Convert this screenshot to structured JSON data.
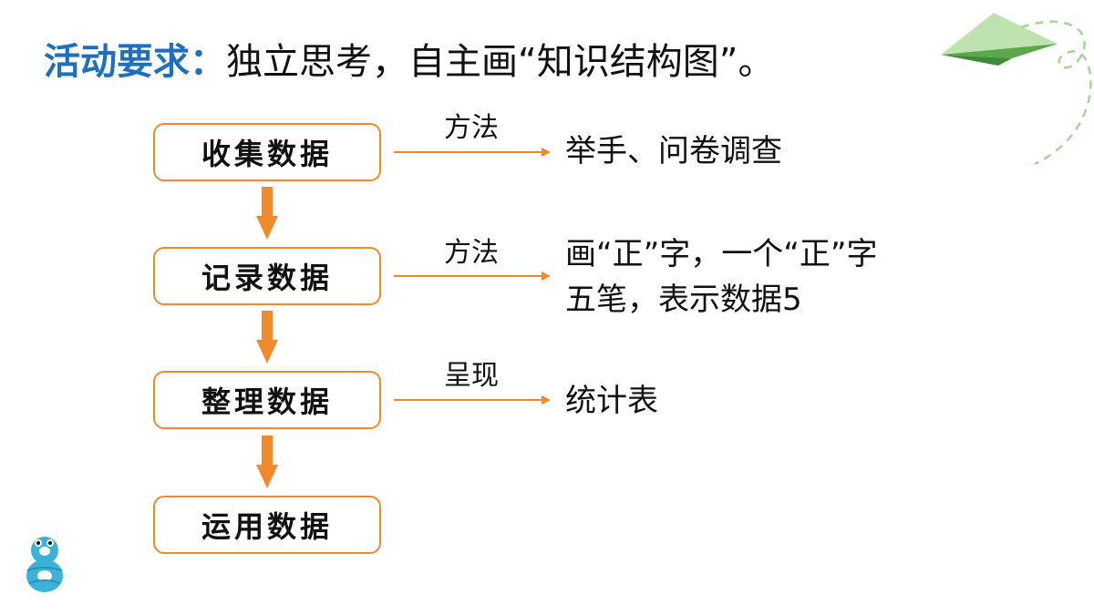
{
  "title": {
    "label": "活动要求：",
    "text": "独立思考，自主画“知识结构图”。"
  },
  "steps": [
    {
      "label": "收集数据",
      "edge": "方法",
      "result": [
        "举手、问卷调查"
      ]
    },
    {
      "label": "记录数据",
      "edge": "方法",
      "result": [
        "画“正”字，一个“正”字",
        "五笔，表示数据5"
      ]
    },
    {
      "label": "整理数据",
      "edge": "呈现",
      "result": [
        "统计表"
      ]
    },
    {
      "label": "运用数据"
    }
  ],
  "colors": {
    "accent": "#f08a2c",
    "title_label": "#1f6fbf",
    "plane": "#5aa84a",
    "mascot": "#3bb3d9"
  },
  "icons": [
    "paper-plane-icon",
    "number-eight-mascot-icon"
  ]
}
